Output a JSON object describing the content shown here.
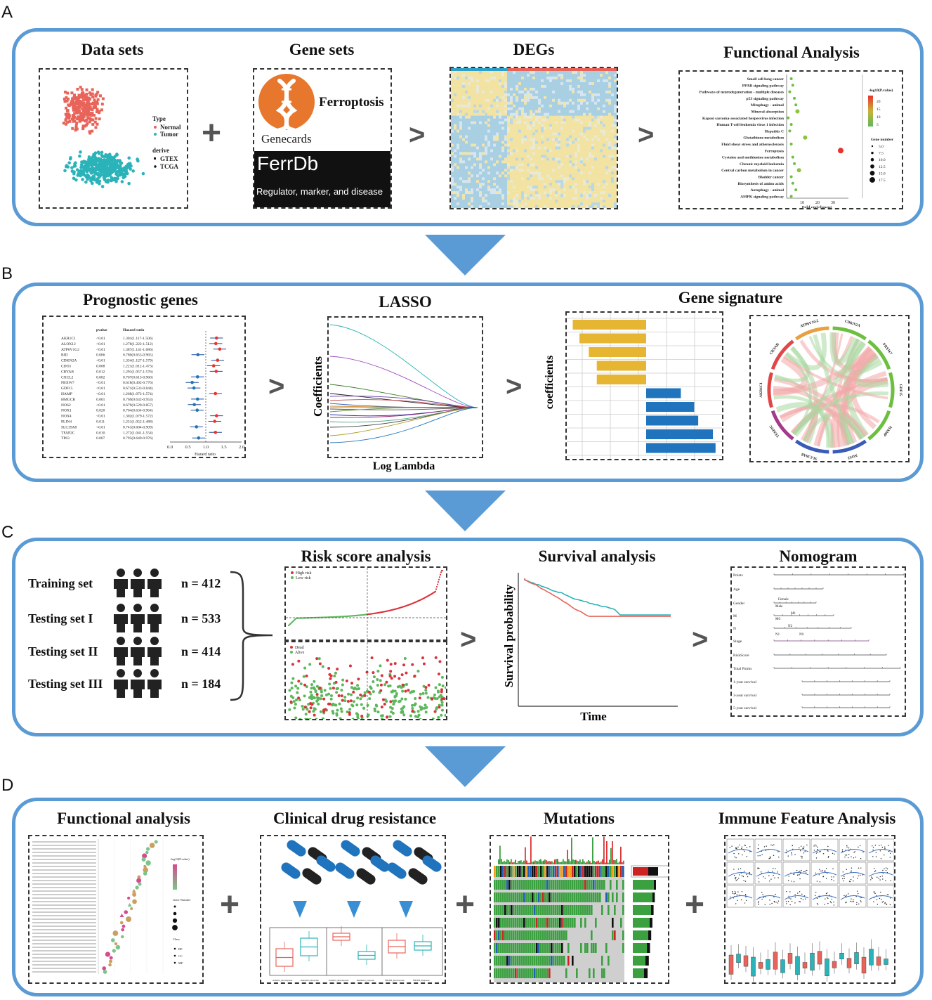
{
  "panels": {
    "A": {
      "letter": "A",
      "titles": {
        "data_sets": "Data sets",
        "gene_sets": "Gene sets",
        "degs": "DEGs",
        "functional": "Functional Analysis"
      },
      "legend": {
        "type_title": "Type",
        "normal": "Normal",
        "tumor": "Tumor",
        "derive_title": "derive",
        "gtex": "GTEX",
        "tcga": "TCGA"
      },
      "genesets": {
        "ferroptosis": "Ferroptosis",
        "genecards": "Genecards",
        "ferrdb": "FerrDb",
        "ferrdb_sub": "Regulator, marker, and disease"
      },
      "pathways": [
        "Small cell lung cancer",
        "PPAR signaling pathway",
        "Pathways of neurodegeneration - multiple diseases",
        "p53 signaling pathway",
        "Mitophagy - animal",
        "Mineral absorption",
        "Kaposi sarcoma-associated herpesvirus infection",
        "Human T-cell leukemia virus 1 infection",
        "Hepatitis C",
        "Glutathione metabolism",
        "Fluid shear stress and atherosclerosis",
        "Ferroptosis",
        "Cysteine and methionine metabolism",
        "Chronic myeloid leukemia",
        "Central carbon metabolism in cancer",
        "Bladder cancer",
        "Biosynthesis of amino acids",
        "Autophagy - animal",
        "AMPK signaling pathway"
      ],
      "fold_enrichment": [
        3,
        4,
        2,
        5,
        6,
        7,
        1,
        3,
        2,
        12,
        3,
        35,
        4,
        5,
        8,
        3,
        4,
        6,
        3
      ],
      "x_axis_label": "Fold enrichment",
      "x_ticks": [
        "10",
        "20",
        "30"
      ],
      "pval_title": "-log10(P.value)",
      "pval_ticks": [
        "20",
        "15",
        "10",
        "5"
      ],
      "size_title": "Gene number",
      "size_ticks": [
        "5.0",
        "7.5",
        "10.0",
        "12.5",
        "15.0",
        "17.5"
      ]
    },
    "B": {
      "letter": "B",
      "titles": {
        "prognostic": "Prognostic genes",
        "lasso": "LASSO",
        "signature": "Gene signature"
      },
      "forest_headers": {
        "pvalue": "pvalue",
        "hr": "Hazard ratio"
      },
      "forest_genes": [
        {
          "gene": "AKR1C1",
          "p": "<0.01",
          "hr": "1.301(1.117-1.506)",
          "v": 1.3
        },
        {
          "gene": "ALOX12",
          "p": "<0.01",
          "hr": "1.278(1.222-1.512)",
          "v": 1.28
        },
        {
          "gene": "ATP6V1G2",
          "p": "<0.01",
          "hr": "1.387(1.141-1.686)",
          "v": 1.39
        },
        {
          "gene": "BID",
          "p": "0.006",
          "hr": "0.780(0.653-0.965)",
          "v": 0.78
        },
        {
          "gene": "CDKN2A",
          "p": "<0.01",
          "hr": "1.334(1.127-1.579)",
          "v": 1.33
        },
        {
          "gene": "CDO1",
          "p": "0.008",
          "hr": "1.221(1.012-1.473)",
          "v": 1.22
        },
        {
          "gene": "CRYAB",
          "p": "0.012",
          "hr": "1.291(1.057-1.576)",
          "v": 1.29
        },
        {
          "gene": "CXCL2",
          "p": "0.002",
          "hr": "0.767(0.613-0.960)",
          "v": 0.77
        },
        {
          "gene": "FBXW7",
          "p": "<0.01",
          "hr": "0.618(0.492-0.776)",
          "v": 0.62
        },
        {
          "gene": "GDF15",
          "p": "<0.01",
          "hr": "0.671(0.533-0.844)",
          "v": 0.67
        },
        {
          "gene": "HAMP",
          "p": "<0.01",
          "hr": "1.268(1.072-1.574)",
          "v": 1.27
        },
        {
          "gene": "HMGCR",
          "p": "0.001",
          "hr": "0.769(0.632-0.953)",
          "v": 0.77
        },
        {
          "gene": "NOS2",
          "p": "<0.01",
          "hr": "0.679(0.529-0.857)",
          "v": 0.68
        },
        {
          "gene": "NOX1",
          "p": "0.020",
          "hr": "0.764(0.634-0.964)",
          "v": 0.76
        },
        {
          "gene": "NOX4",
          "p": "<0.01",
          "hr": "1.302(1.079-1.572)",
          "v": 1.3
        },
        {
          "gene": "PLIN4",
          "p": "0.011",
          "hr": "1.251(1.052-1.488)",
          "v": 1.25
        },
        {
          "gene": "SLC39A8",
          "p": "<0.01",
          "hr": "0.741(0.604-0.909)",
          "v": 0.74
        },
        {
          "gene": "TFAP2C",
          "p": "0.010",
          "hr": "1.272(1.041-1.554)",
          "v": 1.27
        },
        {
          "gene": "TP63",
          "p": "0.007",
          "hr": "0.795(0.649-0.976)",
          "v": 0.8
        }
      ],
      "forest_xticks": [
        "0.0",
        "0.5",
        "1.0",
        "1.5",
        "2.0"
      ],
      "forest_xlabel": "Hazard ratio",
      "lasso_ylabel": "Coefficients",
      "lasso_xlabel": "Log Lambda",
      "sig_ylabel": "coefficients",
      "sig_values": [
        -0.55,
        -0.5,
        -0.43,
        -0.37,
        -0.37,
        0.26,
        0.36,
        0.39,
        0.5,
        0.52
      ],
      "chord_labels": [
        "CDKN2A",
        "FBXW7",
        "GDF15",
        "HAMP",
        "NOS2",
        "SLC39A8",
        "TFAP2C",
        "AKR1C1",
        "CRYAB",
        "ATP6V1G2"
      ]
    },
    "C": {
      "letter": "C",
      "titles": {
        "risk": "Risk score analysis",
        "survival": "Survival analysis",
        "nomogram": "Nomogram"
      },
      "sets": [
        {
          "label": "Training set",
          "n": "n = 412"
        },
        {
          "label": "Testing set I",
          "n": "n = 533"
        },
        {
          "label": "Testing set II",
          "n": "n = 414"
        },
        {
          "label": "Testing set III",
          "n": "n = 184"
        }
      ],
      "risk_legend1": {
        "high": "High risk",
        "low": "Low risk"
      },
      "risk_legend2": {
        "dead": "Dead",
        "alive": "Alive"
      },
      "surv_ylabel": "Survival probability",
      "surv_xlabel": "Time",
      "nomo_rows": [
        "Points",
        "Age",
        "Gender",
        "M",
        "N",
        "Stage",
        "RiskScore",
        "Total Points",
        "1-year survival",
        "3-year survival",
        "5-year survival"
      ],
      "nomo_small": {
        "female": "Female",
        "male": "Male",
        "m1": "M1",
        "m0": "M0",
        "n2": "N2",
        "n1": "N1",
        "n0": "N0"
      }
    },
    "D": {
      "letter": "D",
      "titles": {
        "functional": "Functional analysis",
        "drug": "Clinical drug resistance",
        "mutations": "Mutations",
        "immune": "Immune Feature Analysis"
      },
      "func_legend": {
        "p": "-log10(P.value)",
        "gene": "Gene Number",
        "class": "Class"
      },
      "class_items": [
        "BP",
        "CC",
        "MF"
      ],
      "drug_xlabels": [
        [
          "Sensitive_Res.response",
          "Resistance_Response"
        ],
        [
          "Sensitive_Res.response",
          "Resistance_response"
        ],
        [
          "FMODE_Res.response",
          "FMODE_Response"
        ]
      ]
    }
  },
  "colors": {
    "frame": "#5b9bd5",
    "arrow": "#5b9bd5",
    "red": "#e8645a",
    "teal": "#2ab3b8",
    "green": "#5cb85c",
    "orange": "#e8772e",
    "gold": "#e6b632",
    "blue": "#1f74bd"
  }
}
